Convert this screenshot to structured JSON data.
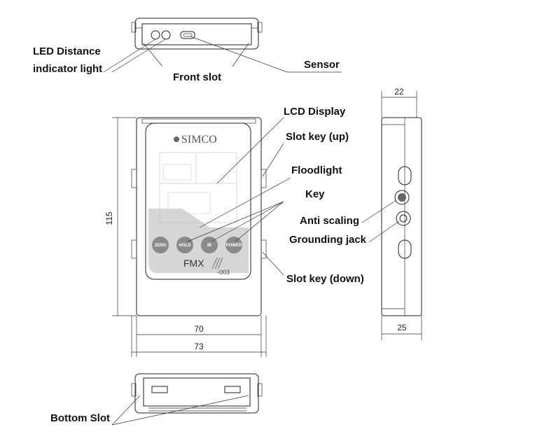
{
  "callouts": {
    "led_line1": "LED Distance",
    "led_line2": "indicator light",
    "front_slot": "Front slot",
    "sensor": "Sensor",
    "lcd_display": "LCD Display",
    "slot_key_up": "Slot key (up)",
    "floodlight": "Floodlight",
    "key": "Key",
    "anti_scaling": "Anti scaling",
    "grounding_jack": "Grounding jack",
    "slot_key_down": "Slot key (down)",
    "bottom_slot": "Bottom Slot"
  },
  "dimensions": {
    "height": "115",
    "inner_width": "70",
    "outer_width": "73",
    "side_top": "22",
    "side_bottom": "25"
  },
  "device": {
    "brand": "SIMCO",
    "model": "FMX",
    "model_suffix": "-003",
    "keys": [
      "ZERO",
      "HOLD",
      "IB",
      "POWER"
    ]
  }
}
